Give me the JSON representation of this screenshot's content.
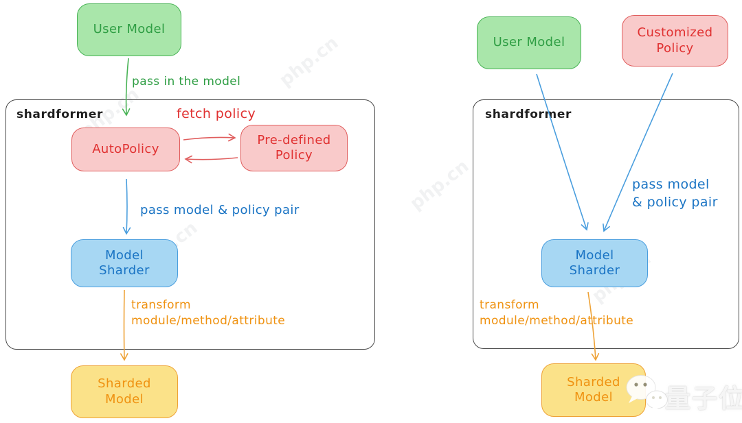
{
  "left": {
    "container_label": "shardformer",
    "nodes": {
      "user_model": "User Model",
      "autopolicy": "AutoPolicy",
      "predefined_policy": "Pre-defined Policy",
      "model_sharder": "Model Sharder",
      "sharded_model": "Sharded Model"
    },
    "edges": {
      "pass_in_model": "pass in the model",
      "fetch_policy": "fetch policy",
      "pass_pair": "pass model & policy pair",
      "transform_lines": [
        "transform",
        "module/method/attribute"
      ]
    }
  },
  "right": {
    "container_label": "shardformer",
    "nodes": {
      "user_model": "User Model",
      "customized_policy": "Customized Policy",
      "model_sharder": "Model Sharder",
      "sharded_model": "Sharded Model"
    },
    "edges": {
      "pass_pair_lines": [
        "pass model",
        "& policy pair"
      ],
      "transform_lines": [
        "transform",
        "module/method/attribute"
      ]
    }
  },
  "watermarks": {
    "site": "php.cn",
    "brand": "量子位"
  },
  "colors": {
    "green_fill": "#a9e6aa",
    "green_stroke": "#49b356",
    "green_text": "#2f9e44",
    "red_fill": "#f9caca",
    "red_stroke": "#e05d5d",
    "red_text": "#e03131",
    "blue_fill": "#a7d7f3",
    "blue_stroke": "#4a9ede",
    "blue_text": "#1a74c4",
    "yellow_fill": "#fbe289",
    "yellow_stroke": "#eea236",
    "yellow_text": "#ef9211",
    "frame_stroke": "#494949",
    "label_text": "#1e1e1e"
  }
}
